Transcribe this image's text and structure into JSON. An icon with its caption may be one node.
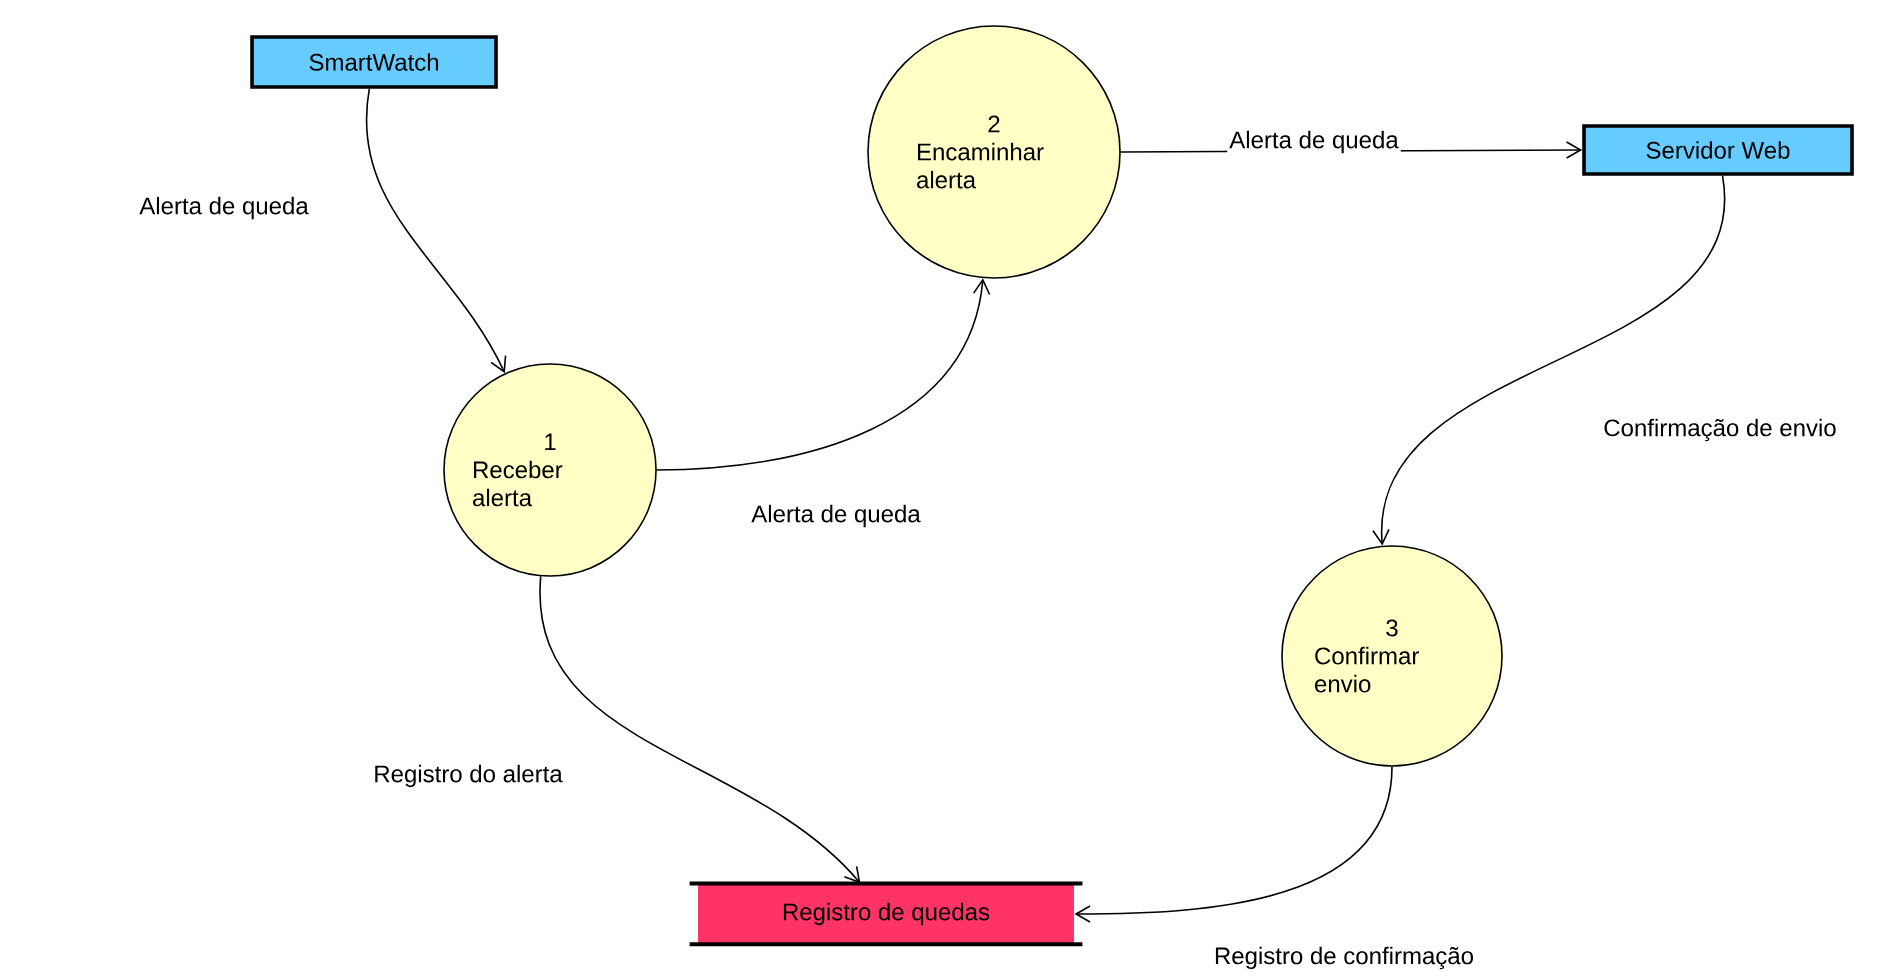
{
  "diagram": {
    "nodes": [
      {
        "text": [
          "SmartWatch"
        ]
      },
      {
        "text": [
          "1",
          "Receber alerta"
        ]
      },
      {
        "text": [
          "2",
          "Encaminhar alerta"
        ]
      },
      {
        "text": [
          "Servidor Web"
        ]
      },
      {
        "text": [
          "3",
          "Confirmar envio"
        ]
      },
      {
        "text": [
          "Registro de quedas"
        ]
      }
    ],
    "edges": [
      {
        "from": 0,
        "to": 1,
        "arrow": "to",
        "label": "Alerta de queda"
      },
      {
        "from": 1,
        "to": 2,
        "arrow": "to",
        "label": "Alerta de queda"
      },
      {
        "from": 2,
        "to": 3,
        "arrow": "to",
        "label": "Alerta de queda"
      },
      {
        "from": 3,
        "to": 4,
        "arrow": "to",
        "label": "Confirmação de envio"
      },
      {
        "from": 1,
        "to": 5,
        "arrow": "to",
        "label": "Registro do alerta"
      },
      {
        "from": 4,
        "to": 5,
        "arrow": "to",
        "label": "Registro de confirmação"
      }
    ]
  }
}
